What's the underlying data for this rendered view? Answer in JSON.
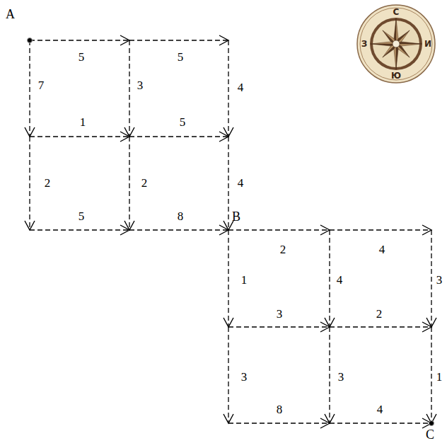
{
  "diagram": {
    "nodes": [
      {
        "text": [
          "A"
        ]
      },
      {
        "text": [
          "B"
        ]
      },
      {
        "text": [
          "C"
        ]
      }
    ],
    "labels": [
      "5",
      "5",
      "7",
      "3",
      "4",
      "1",
      "5",
      "2",
      "2",
      "4",
      "5",
      "8",
      "2",
      "4",
      "1",
      "4",
      "3",
      "3",
      "2",
      "3",
      "3",
      "1",
      "8",
      "4",
      "С",
      "З",
      "И",
      "Ю"
    ]
  }
}
